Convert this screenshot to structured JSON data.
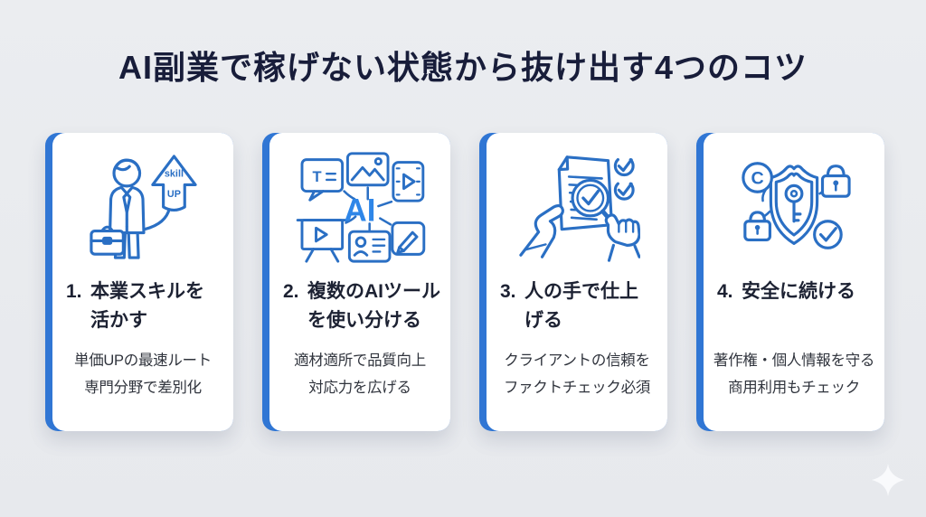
{
  "title": "AI副業で稼げない状態から抜け出す4つのコツ",
  "colors": {
    "background": "#e9ebee",
    "card_background": "#ffffff",
    "accent_blue_bar": "#3076d4",
    "icon_line_blue": "#2a6fc4",
    "icon_bright_blue": "#2e86e8",
    "title_text": "#181d3a",
    "heading_text": "#1d2233",
    "description_text": "#30343d"
  },
  "cards": [
    {
      "icon": "skill-up-businessman-icon",
      "icon_text": {
        "line1": "skill",
        "line2": "UP"
      },
      "number": "1.",
      "heading_line1": "本業スキルを",
      "heading_line2": "活かす",
      "description_line1": "単価UPの最速ルート",
      "description_line2": "専門分野で差別化"
    },
    {
      "icon": "ai-tools-icon",
      "icon_text": {
        "ai": "AI",
        "t": "T"
      },
      "number": "2.",
      "heading_line1": "複数のAIツール",
      "heading_line2": "を使い分ける",
      "description_line1": "適材適所で品質向上",
      "description_line2": "対応力を広げる"
    },
    {
      "icon": "fact-check-document-icon",
      "number": "3.",
      "heading_line1": "人の手で仕上",
      "heading_line2": "げる",
      "description_line1": "クライアントの信頼を",
      "description_line2": "ファクトチェック必須"
    },
    {
      "icon": "security-shield-icon",
      "icon_text": {
        "c": "C"
      },
      "number": "4.",
      "heading_line1": "安全に続ける",
      "heading_line2": "",
      "description_line1": "著作権・個人情報を守る",
      "description_line2": "商用利用もチェック"
    }
  ],
  "decor": {
    "sparkle": "sparkle-icon"
  }
}
